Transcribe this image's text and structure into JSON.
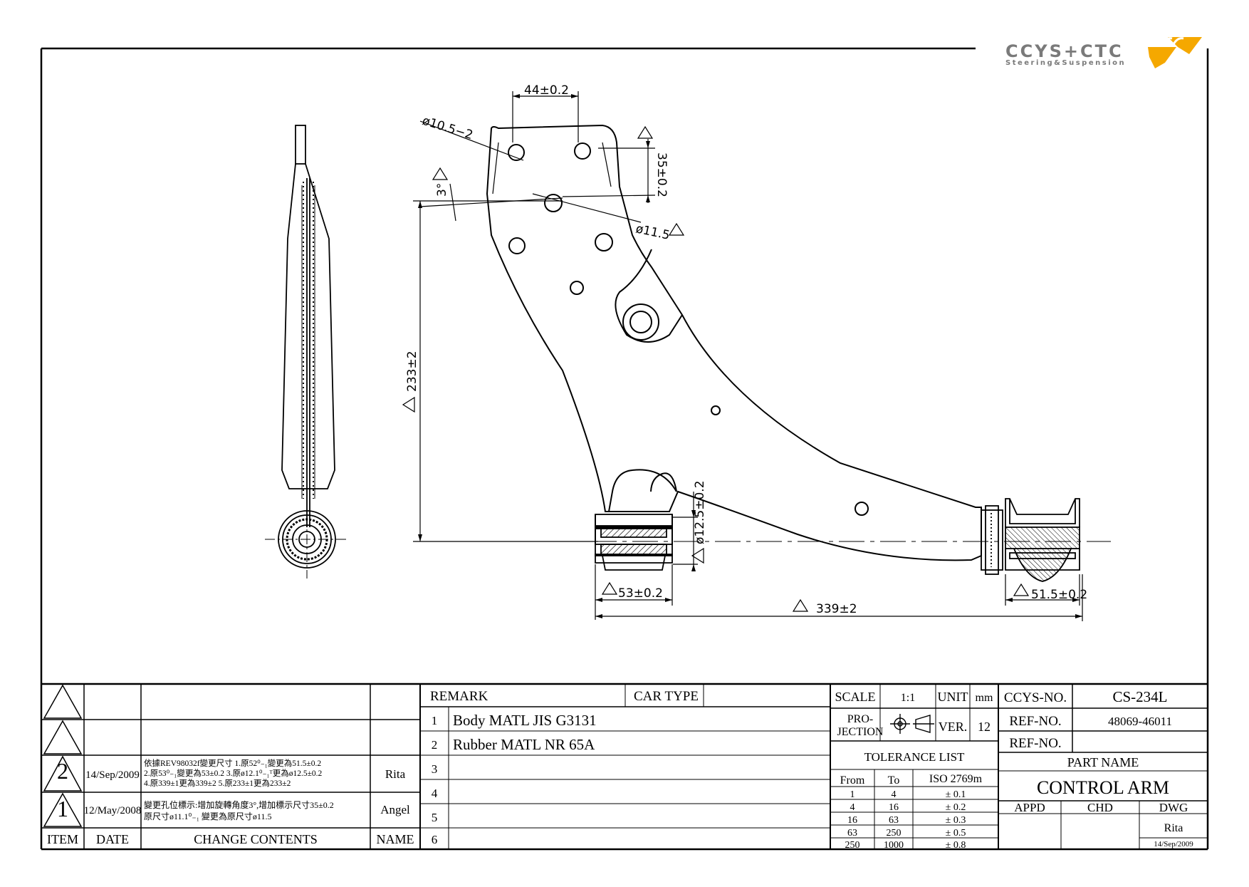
{
  "logo": {
    "brand": "CCYS+CTC",
    "tagline": "Steering&Suspension",
    "accent": "#f5a800",
    "ink": "#7a7a7a"
  },
  "dims": {
    "d44": "44±0.2",
    "d105": "ø10.5−2",
    "d35": "35±0.2",
    "d3deg": "3°",
    "d115": "ø11.5",
    "d233": "233±2",
    "d125": "ø12.5±0.2",
    "d53": "53±0.2",
    "d515": "51.5±0.2",
    "d339": "339±2"
  },
  "revisions": {
    "rows": [
      {
        "item": "2",
        "date": "14/Sep/2009",
        "name": "Rita",
        "lines": [
          "依據REV98032f變更尺寸  1.原52⁰₋₁變更為51.5±0.2",
          "2.原53⁰₋₁變更為53±0.2        3.原ø12.1⁰₋₁ᵀ更為ø12.5±0.2",
          "4.原339±1更為339±2           5.原233±1更為233±2"
        ]
      },
      {
        "item": "1",
        "date": "12/May/2008",
        "name": "Angel",
        "lines": [
          "變更孔位標示:增加旋轉角度3°,增加標示尺寸35±0.2",
          "原尺寸ø11.1⁰₋₁ 變更為原尺寸ø11.5"
        ]
      }
    ],
    "headers": {
      "item": "ITEM",
      "date": "DATE",
      "change": "CHANGE CONTENTS",
      "name": "NAME"
    }
  },
  "remarks": {
    "header": "REMARK",
    "car_type_label": "CAR TYPE",
    "car_type_value": "",
    "rows": [
      {
        "no": "1",
        "text": "Body MATL JIS G3131"
      },
      {
        "no": "2",
        "text": "Rubber MATL NR 65A"
      },
      {
        "no": "3",
        "text": ""
      },
      {
        "no": "4",
        "text": ""
      },
      {
        "no": "5",
        "text": ""
      },
      {
        "no": "6",
        "text": ""
      }
    ]
  },
  "specs": {
    "scale_label": "SCALE",
    "scale_value": "1:1",
    "unit_label": "UNIT",
    "unit_value": "mm",
    "projection_label_1": "PRO-",
    "projection_label_2": "JECTION",
    "ver_label": "VER.",
    "ver_value": "12",
    "tolerance_title": "TOLERANCE LIST",
    "tol_headers": {
      "from": "From",
      "to": "To",
      "iso": "ISO 2769m"
    },
    "tolerances": [
      {
        "from": "1",
        "to": "4",
        "tol": "± 0.1"
      },
      {
        "from": "4",
        "to": "16",
        "tol": "± 0.2"
      },
      {
        "from": "16",
        "to": "63",
        "tol": "± 0.3"
      },
      {
        "from": "63",
        "to": "250",
        "tol": "± 0.5"
      },
      {
        "from": "250",
        "to": "1000",
        "tol": "± 0.8"
      }
    ]
  },
  "title_block": {
    "ccys_label": "CCYS-NO.",
    "ccys_value": "CS-234L",
    "ref1_label": "REF-NO.",
    "ref1_value": "48069-46011",
    "ref2_label": "REF-NO.",
    "ref2_value": "",
    "part_name_label": "PART NAME",
    "part_name": "CONTROL ARM",
    "appd": "APPD",
    "chd": "CHD",
    "dwg": "DWG",
    "dwg_name": "Rita",
    "dwg_date": "14/Sep/2009"
  }
}
